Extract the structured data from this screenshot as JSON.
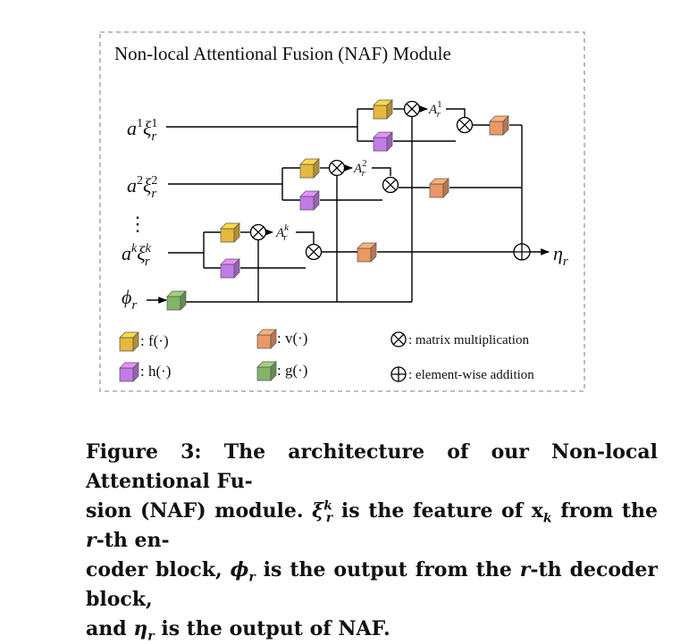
{
  "module_title": "Non-local Attentional Fusion (NAF) Module",
  "inputs": [
    {
      "coef": "a",
      "sup": "1",
      "feat": "ξ",
      "sub": "r",
      "featsup": "1"
    },
    {
      "coef": "a",
      "sup": "2",
      "feat": "ξ",
      "sub": "r",
      "featsup": "2"
    },
    {
      "coef": "a",
      "sup": "k",
      "feat": "ξ",
      "sub": "r",
      "featsup": "k"
    }
  ],
  "ellipsis": "⋮",
  "decoder_input": {
    "symbol": "ϕ",
    "sub": "r"
  },
  "output": {
    "symbol": "η",
    "sub": "r"
  },
  "attention_labels": [
    {
      "base": "A",
      "sup": "1",
      "sub": "r"
    },
    {
      "base": "A",
      "sup": "2",
      "sub": "r"
    },
    {
      "base": "A",
      "sup": "k",
      "sub": "r"
    }
  ],
  "legend": {
    "f": ": f(·)",
    "h": ": h(·)",
    "v": ": v(·)",
    "g": ": g(·)",
    "matmul": ": matrix multiplication",
    "add": ": element-wise addition"
  },
  "colors": {
    "f": "#e6b93c",
    "h": "#c27be8",
    "v": "#ec9766",
    "g": "#83b468",
    "dashed_border": "#999999",
    "line": "#000000"
  },
  "caption": {
    "lead": "Figure 3: The architecture of our Non-local Attentional Fu-",
    "l2a": "sion (NAF) module. ",
    "xi": "ξ",
    "xi_sub": "r",
    "xi_sup": "k",
    "l2b": " is the feature of ",
    "x": "x",
    "x_sub": "k",
    "l2c": " from the ",
    "r1": "r",
    "l2d": "-th en-",
    "l3a": "coder block, ",
    "phi": "ϕ",
    "phi_sub": "r",
    "l3b": " is the output from the ",
    "r2": "r",
    "l3c": "-th decoder block,",
    "l4a": "and ",
    "eta": "η",
    "eta_sub": "r",
    "l4b": " is the output of NAF."
  }
}
